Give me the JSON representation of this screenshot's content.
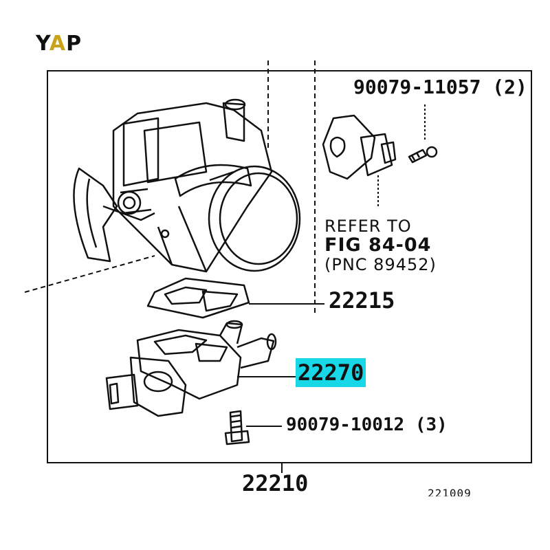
{
  "brand": {
    "y": "Y",
    "a": "A",
    "p": "P"
  },
  "parts": {
    "top_screw": "90079-11057 (2)",
    "refer_line1": "REFER TO",
    "refer_line2": "FIG 84-04",
    "refer_line3": "(PNC 89452)",
    "gasket": "22215",
    "highlighted_part": "22270",
    "bottom_bolt": "90079-10012 (3)",
    "assembly": "22210"
  },
  "drawing_code": "221009",
  "colors": {
    "highlight": "#18d8e8",
    "line": "#111111"
  }
}
